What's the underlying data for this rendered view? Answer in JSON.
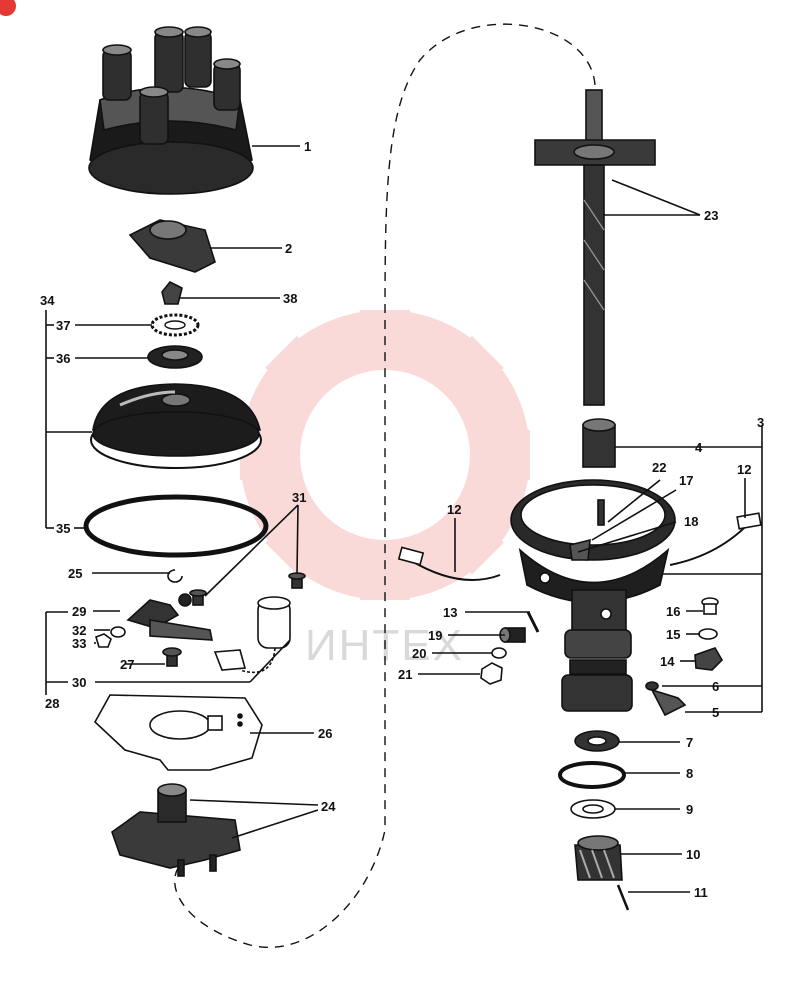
{
  "diagram": {
    "watermark": "ИНТЕХ",
    "callouts": [
      {
        "id": "c1",
        "text": "1"
      },
      {
        "id": "c2",
        "text": "2"
      },
      {
        "id": "c3",
        "text": "3"
      },
      {
        "id": "c4",
        "text": "4"
      },
      {
        "id": "c5",
        "text": "5"
      },
      {
        "id": "c6",
        "text": "6"
      },
      {
        "id": "c7",
        "text": "7"
      },
      {
        "id": "c8",
        "text": "8"
      },
      {
        "id": "c9",
        "text": "9"
      },
      {
        "id": "c10",
        "text": "10"
      },
      {
        "id": "c11",
        "text": "11"
      },
      {
        "id": "c12a",
        "text": "12"
      },
      {
        "id": "c12b",
        "text": "12"
      },
      {
        "id": "c13",
        "text": "13"
      },
      {
        "id": "c14",
        "text": "14"
      },
      {
        "id": "c15",
        "text": "15"
      },
      {
        "id": "c16",
        "text": "16"
      },
      {
        "id": "c17",
        "text": "17"
      },
      {
        "id": "c18",
        "text": "18"
      },
      {
        "id": "c19",
        "text": "19"
      },
      {
        "id": "c20",
        "text": "20"
      },
      {
        "id": "c21",
        "text": "21"
      },
      {
        "id": "c22",
        "text": "22"
      },
      {
        "id": "c23",
        "text": "23"
      },
      {
        "id": "c24",
        "text": "24"
      },
      {
        "id": "c25",
        "text": "25"
      },
      {
        "id": "c26",
        "text": "26"
      },
      {
        "id": "c27",
        "text": "27"
      },
      {
        "id": "c28",
        "text": "28"
      },
      {
        "id": "c29",
        "text": "29"
      },
      {
        "id": "c30",
        "text": "30"
      },
      {
        "id": "c31",
        "text": "31"
      },
      {
        "id": "c32",
        "text": "32"
      },
      {
        "id": "c33",
        "text": "33"
      },
      {
        "id": "c34",
        "text": "34"
      },
      {
        "id": "c35",
        "text": "35"
      },
      {
        "id": "c36",
        "text": "36"
      },
      {
        "id": "c37",
        "text": "37"
      },
      {
        "id": "c38",
        "text": "38"
      }
    ]
  }
}
